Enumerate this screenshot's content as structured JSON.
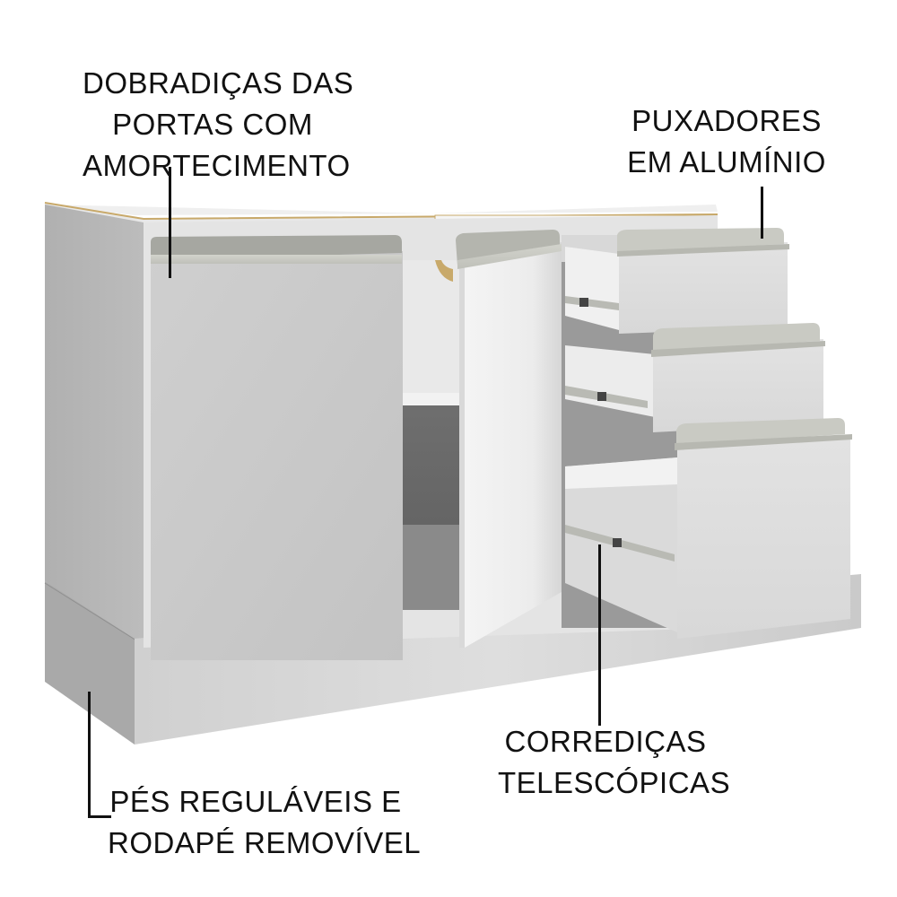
{
  "image": {
    "subject": "base kitchen cabinet with 2 doors and 3 drawers",
    "background": "#ffffff",
    "colors": {
      "cabinet_white": "#e6e6e6",
      "side_panel": "#b3b3b3",
      "door_front": "#c8c8c8",
      "open_door": "#eeeeee",
      "interior_dark": "#6e6e6e",
      "handle_aluminum": "#c9cac3",
      "edge_band": "#c8a96a",
      "text": "#111111"
    }
  },
  "callouts": {
    "hinges": {
      "lines": [
        "DOBRADIÇAS DAS",
        "PORTAS COM",
        "AMORTECIMENTO"
      ]
    },
    "handles": {
      "lines": [
        "PUXADORES",
        "EM ALUMÍNIO"
      ]
    },
    "slides": {
      "lines": [
        "CORREDIÇAS",
        "TELESCÓPICAS"
      ]
    },
    "feet": {
      "lines": [
        "PÉS REGULÁVEIS E",
        "RODAPÉ REMOVÍVEL"
      ]
    }
  }
}
